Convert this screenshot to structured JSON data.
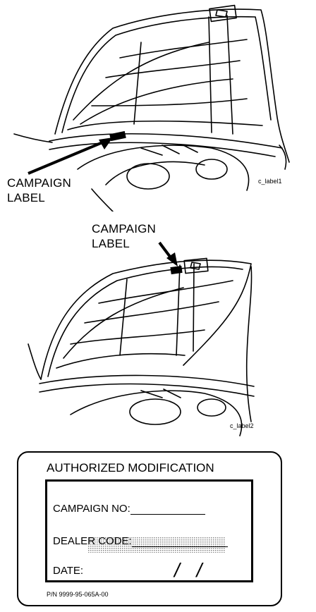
{
  "illustration_1": {
    "callout": [
      "CAMPAIGN",
      "LABEL"
    ],
    "figure_id": "c_label1"
  },
  "illustration_2": {
    "callout": [
      "CAMPAIGN",
      "LABEL"
    ],
    "figure_id": "c_label2"
  },
  "label_card": {
    "title": "AUTHORIZED MODIFICATION",
    "campaign_no": "CAMPAIGN NO:",
    "dealer_code": "DEALER CODE:",
    "date": "DATE:",
    "date_slashes": "/ /",
    "part_number": "P/N 9999-95-065A-00"
  }
}
